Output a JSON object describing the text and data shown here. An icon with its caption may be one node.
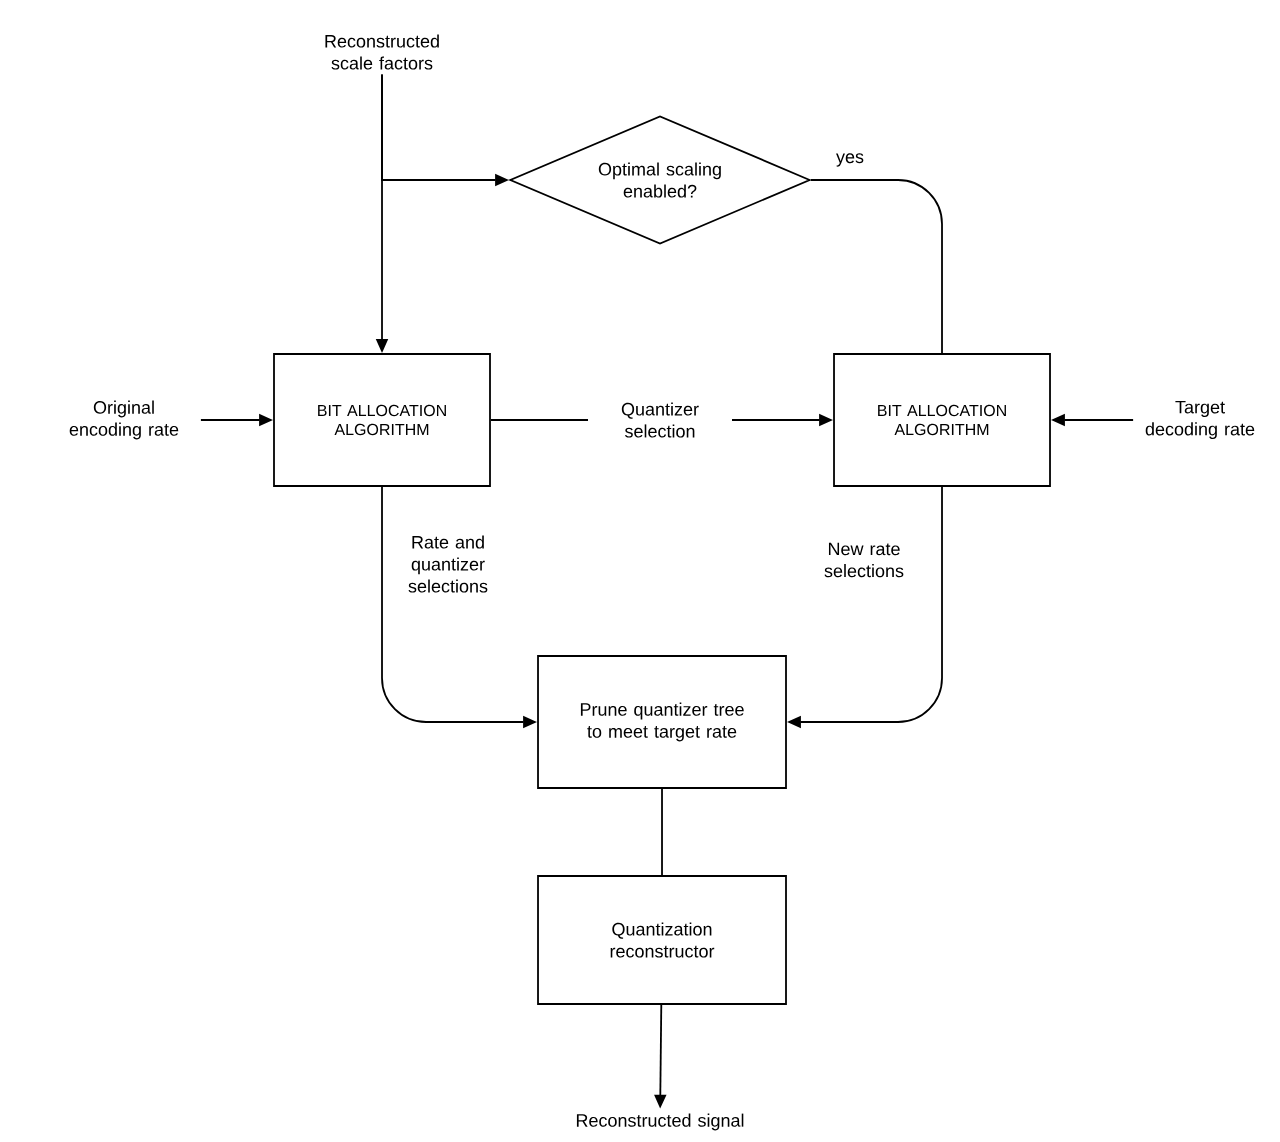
{
  "diagram": {
    "nodes": [
      {
        "text": [
          "Reconstructed scale factors"
        ]
      },
      {
        "text": [
          "Optimal scaling enabled?"
        ]
      },
      {
        "text": [
          "BIT ALLOCATION ALGORITHM"
        ]
      },
      {
        "text": [
          "Original encoding rate"
        ]
      },
      {
        "text": [
          "BIT ALLOCATION ALGORITHM"
        ]
      },
      {
        "text": [
          "Target decoding rate"
        ]
      },
      {
        "text": [
          "Prune quantizer tree to meet target rate"
        ]
      },
      {
        "text": [
          "Quantization reconstructor"
        ]
      },
      {
        "text": [
          "Reconstructed signal"
        ]
      }
    ],
    "edges": [
      {
        "from": 0,
        "to": 2,
        "arrow": "to"
      },
      {
        "from": 0,
        "to": 1,
        "arrow": "to"
      },
      {
        "from": 1,
        "to": 4,
        "arrow": "none",
        "label": "yes"
      },
      {
        "from": 3,
        "to": 2,
        "arrow": "to"
      },
      {
        "from": 2,
        "to": 4,
        "arrow": "to",
        "label": "Quantizer selection"
      },
      {
        "from": 5,
        "to": 4,
        "arrow": "to"
      },
      {
        "from": 2,
        "to": 6,
        "arrow": "to",
        "label": "Rate and quantizer selections"
      },
      {
        "from": 4,
        "to": 6,
        "arrow": "to",
        "label": "New rate selections"
      },
      {
        "from": 6,
        "to": 7,
        "arrow": "none"
      },
      {
        "from": 7,
        "to": 8,
        "arrow": "to"
      }
    ]
  }
}
